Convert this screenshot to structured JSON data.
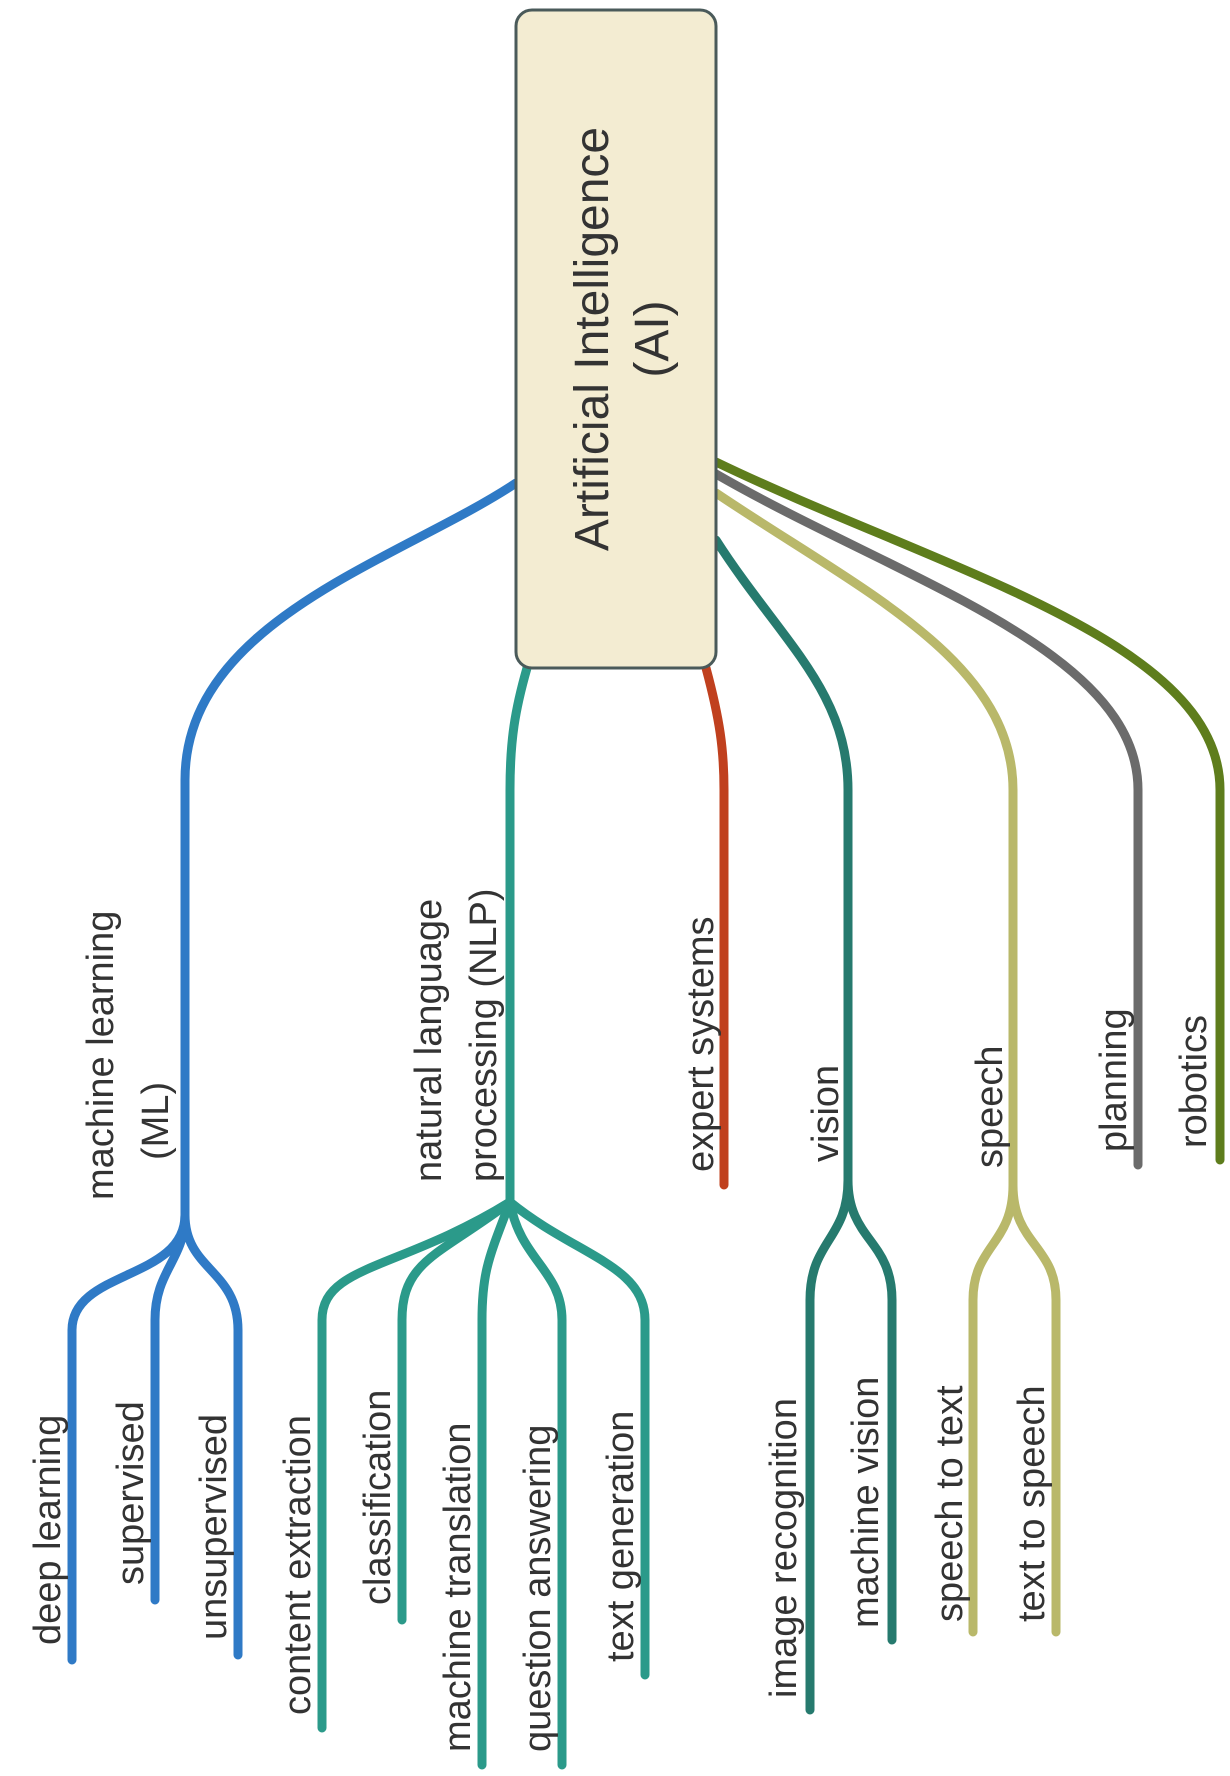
{
  "root": {
    "line1": "Artificial Intelligence",
    "line2": "(AI)",
    "fill": "#f3ecd2",
    "stroke": "#4a5a5a"
  },
  "colors": {
    "ml": "#2f7ac6",
    "nlp": "#2b9a8a",
    "expert": "#c0401e",
    "vision": "#267a6e",
    "speech": "#b9b86a",
    "planning": "#6b6b6b",
    "robotics": "#5e7d1c"
  },
  "branches": {
    "ml": {
      "line1": "machine learning",
      "line2": "(ML)",
      "children": [
        "deep learning",
        "supervised",
        "unsupervised"
      ]
    },
    "nlp": {
      "line1": "natural language",
      "line2": "processing (NLP)",
      "children": [
        "content extraction",
        "classification",
        "machine translation",
        "question answering",
        "text generation"
      ]
    },
    "expert": {
      "label": "expert systems"
    },
    "vision": {
      "label": "vision",
      "children": [
        "image recognition",
        "machine vision"
      ]
    },
    "speech": {
      "label": "speech",
      "children": [
        "speech to text",
        "text to speech"
      ]
    },
    "planning": {
      "label": "planning"
    },
    "robotics": {
      "label": "robotics"
    }
  }
}
